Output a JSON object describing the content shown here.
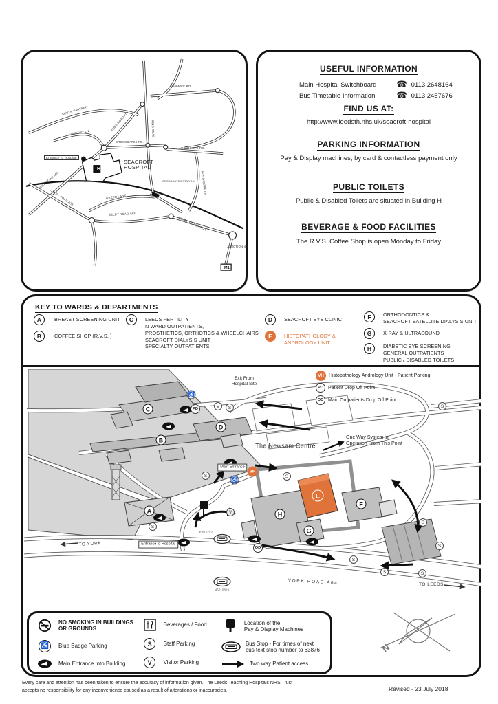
{
  "colors": {
    "accent": "#e0733a"
  },
  "info_panel": {
    "useful_title": "USEFUL INFORMATION",
    "phone_icon": "☎",
    "rows": [
      {
        "label": "Main Hospital Switchboard",
        "phone": "0113 2648164"
      },
      {
        "label": "Bus Timetable Information",
        "phone": "0113 2457676"
      }
    ],
    "find_us_title": "FIND US AT:",
    "url": "http://www.leedsth.nhs.uk/seacroft-hospital",
    "parking_title": "PARKING INFORMATION",
    "parking_text": "Pay & Display machines, by card & contactless payment only",
    "toilets_title": "PUBLIC TOILETS",
    "toilets_text": "Public & Disabled Toilets are situated in Building H",
    "beverage_title": "BEVERAGE & FOOD FACILITIES",
    "beverage_text": "The R.V.S. Coffee Shop is open Monday to Friday"
  },
  "road_map": {
    "labels": {
      "south_parkway": "SOUTH PARKWAY",
      "foundry_ln": "FOUNDRY LN",
      "york_road_a64": "YORK ROAD A64",
      "york_road_sw": "YORK ROAD A64",
      "crossgates_rd": "CROSSGATES RD.",
      "barwick_rd": "BARWICK RD.",
      "ring_road": "RING ROAD",
      "austhorpe_rd": "AUSTHORPE RD.",
      "austhorpe_ln": "AUSTHORPE LN",
      "crossgates_station": "CROSSGATES\nSTATION",
      "green_lane": "GREEN LANE",
      "selby_road_a63": "SELBY ROAD A63",
      "selby_road_a6120": "SELBY ROAD A6120",
      "junction": "JUNCTION\n46",
      "m1": "M1",
      "hospital_name": "SEACROFT\nHOSPITAL",
      "h_marker": "H",
      "entrance_label": "Entrance to Hospital"
    }
  },
  "key": {
    "title": "KEY TO WARDS & DEPARTMENTS",
    "items": [
      {
        "letter": "A",
        "text": "BREAST SCREENING UNIT"
      },
      {
        "letter": "B",
        "text": "COFFEE SHOP (R.V.S. )"
      },
      {
        "letter": "C",
        "text": "LEEDS FERTILITY\nN WARD OUTPATIENTS,\nPROSTHETICS, ORTHOTICS & WHEELCHAIRS\nSEACROFT DIALYSIS UNIT\nSPECIALTY OUTPATIENTS"
      },
      {
        "letter": "D",
        "text": "SEACROFT EYE CLINIC"
      },
      {
        "letter": "E",
        "text": "HISTOPATHOLOGY &\nANDROLOGY UNIT"
      },
      {
        "letter": "F",
        "text": "ORTHODONTICS &\nSEACROFT SATELLITE DIALYSIS UNIT"
      },
      {
        "letter": "G",
        "text": "X-RAY & ULTRASOUND"
      },
      {
        "letter": "H",
        "text": "DIABETIC EYE SCREENING\nGENERAL OUTPATIENTS\nPUBLIC / DISABLED TOILETS"
      }
    ]
  },
  "site_map": {
    "legend": [
      {
        "code": "VH",
        "text": "Histopathology Andrology Unit - Patient Parking"
      },
      {
        "code": "PD",
        "text": "Patient Drop Off Point"
      },
      {
        "code": "OD",
        "text": "Main Outpatients Drop Off Point"
      }
    ],
    "labels": {
      "exit_site": "Exit From\nHospital Site",
      "newsam": "The Newsam Centre",
      "one_way": "One Way System in\nOperation From This Point",
      "main_entrance": "Main Entrance",
      "entrance_hospital": "Entrance to Hospital",
      "to_york": "TO YORK",
      "york_road": "YORK ROAD A64",
      "to_leeds": "TO LEEDS",
      "bus_stop_1": "45010792",
      "bus_stop_2": "45010819"
    },
    "markers": {
      "staff": "S",
      "visitor": "V",
      "vh": "VH",
      "pd": "PD",
      "od": "OD",
      "disabled": "♿"
    }
  },
  "legend_box": {
    "no_smoking": "NO SMOKING IN BUILDINGS\nOR GROUNDS",
    "blue_badge": "Blue Badge Parking",
    "main_entrance": "Main Entrance into Building",
    "beverages": "Beverages / Food",
    "staff_parking": "Staff Parking",
    "visitor_parking": "Visitor Parking",
    "pay_display": "Location of the\nPay & Display Machines",
    "bus_stop": "Bus Stop - For times of next\nbus text stop number to 63876",
    "two_way": "Two way Patient access",
    "staff_letter": "S",
    "visitor_letter": "V",
    "disabled_glyph": "♿"
  },
  "compass": {
    "n": "N"
  },
  "footer": {
    "line1": "Every care and attention has been taken to ensure the accuracy of information given. The Leeds Teaching Hospitals NHS Trust",
    "line2": "accepts no responsibility for any inconvenience caused as a result of alterations or inaccuracies.",
    "revised": "Revised - 23 July 2018"
  }
}
